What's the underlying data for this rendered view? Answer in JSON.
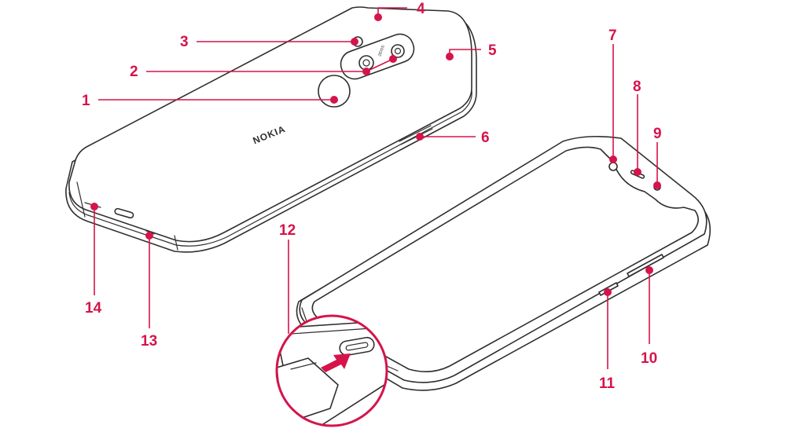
{
  "brand_logo": "NOKIA",
  "lens_marking": "ZEISS",
  "colors": {
    "accent": "#d5144a",
    "line": "#2f2f2f",
    "background": "#ffffff"
  },
  "callouts": [
    {
      "id": "1",
      "label": "1"
    },
    {
      "id": "2",
      "label": "2"
    },
    {
      "id": "3",
      "label": "3"
    },
    {
      "id": "4",
      "label": "4"
    },
    {
      "id": "5",
      "label": "5"
    },
    {
      "id": "6",
      "label": "6"
    },
    {
      "id": "7",
      "label": "7"
    },
    {
      "id": "8",
      "label": "8"
    },
    {
      "id": "9",
      "label": "9"
    },
    {
      "id": "10",
      "label": "10"
    },
    {
      "id": "11",
      "label": "11"
    },
    {
      "id": "12",
      "label": "12"
    },
    {
      "id": "13",
      "label": "13"
    },
    {
      "id": "14",
      "label": "14"
    }
  ]
}
